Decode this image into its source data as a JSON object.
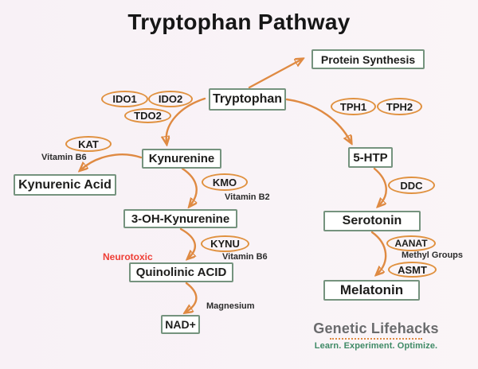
{
  "title": "Tryptophan Pathway",
  "colors": {
    "background": "#f9f3f7",
    "arrow_orange": "#df8a42",
    "enzyme_ellipse_orange": "#e0913f",
    "node_border_green": "#75937e",
    "node_background": "#ffffff",
    "text": "#1d1d1b",
    "neurotoxic_red": "#ee3e35",
    "logo_gray": "#6a6b6d",
    "logo_green": "#3f8a66"
  },
  "nodes": {
    "protein_synthesis": "Protein Synthesis",
    "tryptophan": "Tryptophan",
    "kynurenine": "Kynurenine",
    "kynurenic_acid": "Kynurenic Acid",
    "oh_kynurenine": "3-OH-Kynurenine",
    "quinolinic_acid": "Quinolinic ACID",
    "nad": "NAD+",
    "five_htp": "5-HTP",
    "serotonin": "Serotonin",
    "melatonin": "Melatonin"
  },
  "enzymes": {
    "ido1": "IDO1",
    "ido2": "IDO2",
    "tdo2": "TDO2",
    "kat": "KAT",
    "kmo": "KMO",
    "kynu": "KYNU",
    "tph1": "TPH1",
    "tph2": "TPH2",
    "ddc": "DDC",
    "aanat": "AANAT",
    "asmt": "ASMT"
  },
  "cofactors": {
    "kat_vitamin": "Vitamin B6",
    "kmo_vitamin": "Vitamin B2",
    "kynu_vitamin": "Vitamin B6",
    "nad_mineral": "Magnesium",
    "methyl_groups": "Methyl Groups"
  },
  "annotations": {
    "neurotoxic": "Neurotoxic"
  },
  "edges": [
    {
      "from": "Tryptophan",
      "to": "Protein Synthesis"
    },
    {
      "from": "Tryptophan",
      "to": "Kynurenine",
      "enzymes": [
        "IDO1",
        "IDO2",
        "TDO2"
      ]
    },
    {
      "from": "Tryptophan",
      "to": "5-HTP",
      "enzymes": [
        "TPH1",
        "TPH2"
      ]
    },
    {
      "from": "Kynurenine",
      "to": "Kynurenic Acid",
      "enzymes": [
        "KAT"
      ],
      "cofactor": "Vitamin B6"
    },
    {
      "from": "Kynurenine",
      "to": "3-OH-Kynurenine",
      "enzymes": [
        "KMO"
      ],
      "cofactor": "Vitamin B2"
    },
    {
      "from": "3-OH-Kynurenine",
      "to": "Quinolinic ACID",
      "enzymes": [
        "KYNU"
      ],
      "cofactor": "Vitamin B6",
      "note": "Neurotoxic"
    },
    {
      "from": "Quinolinic ACID",
      "to": "NAD+",
      "cofactor": "Magnesium"
    },
    {
      "from": "5-HTP",
      "to": "Serotonin",
      "enzymes": [
        "DDC"
      ]
    },
    {
      "from": "Serotonin",
      "to": "Melatonin",
      "enzymes": [
        "AANAT",
        "ASMT"
      ],
      "cofactor": "Methyl Groups"
    }
  ],
  "logo": {
    "name": "Genetic Lifehacks",
    "tagline": "Learn. Experiment. Optimize."
  }
}
